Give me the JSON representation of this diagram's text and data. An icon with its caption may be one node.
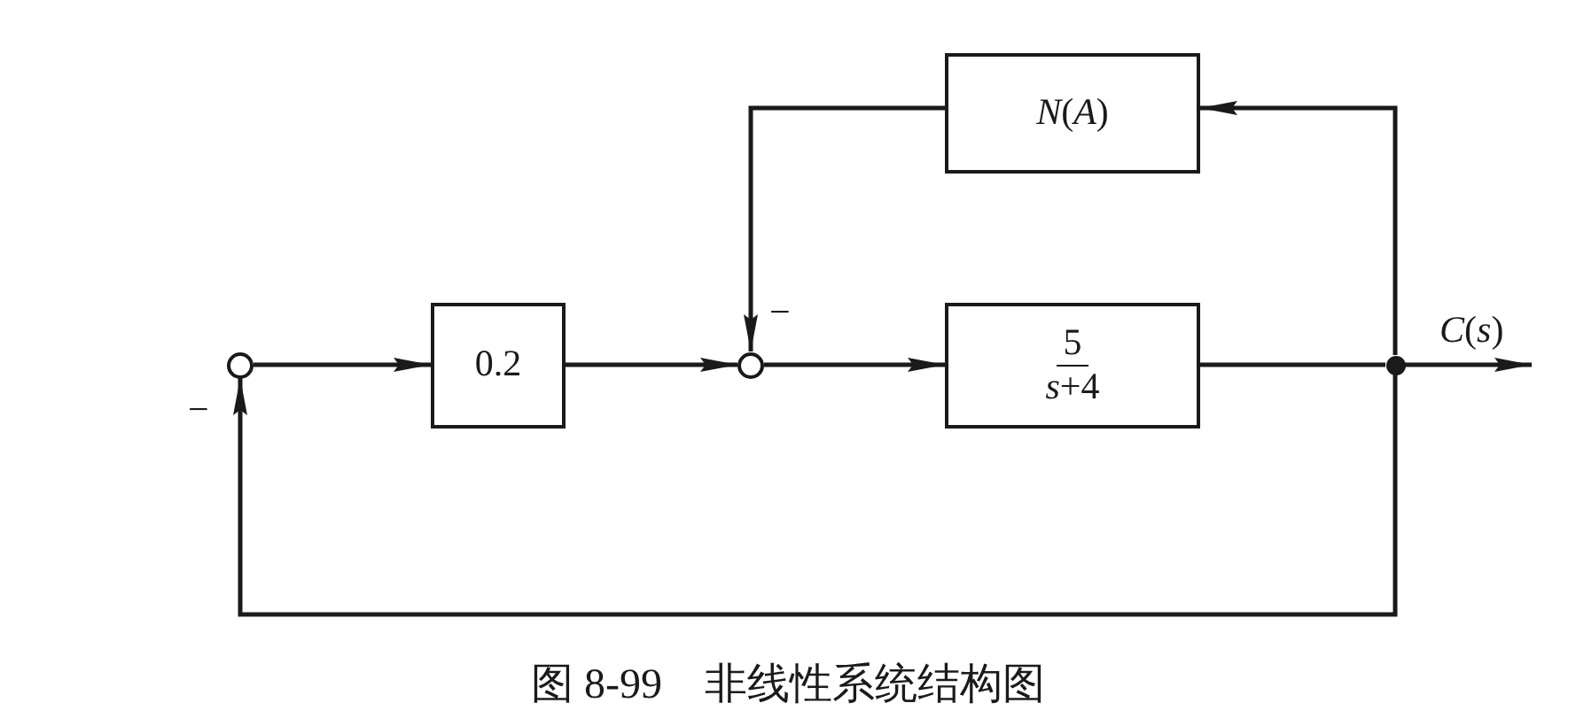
{
  "diagram": {
    "caption": "图 8-99　非线性系统结构图",
    "nodes": [
      {
        "text": [],
        "shape": "circle"
      },
      {
        "text": [
          "0.2"
        ]
      },
      {
        "text": [],
        "shape": "circle"
      },
      {
        "text": [
          "5",
          "*s*+4"
        ]
      },
      {
        "text": [
          "*N*(*A*)"
        ]
      },
      {
        "text": [],
        "shape": "dot"
      }
    ],
    "edges": [
      {
        "from": 0,
        "to": 1,
        "arrow": "to"
      },
      {
        "from": 1,
        "to": 2,
        "arrow": "to"
      },
      {
        "from": 2,
        "to": 3,
        "arrow": "to"
      },
      {
        "from": 3,
        "to": 5,
        "arrow": "none"
      },
      {
        "from": 5,
        "to": null,
        "arrow": "to",
        "label": "*C*(*s*)"
      },
      {
        "from": 5,
        "to": 4,
        "arrow": "to"
      },
      {
        "from": 4,
        "to": 2,
        "arrow": "to"
      },
      {
        "from": 5,
        "to": 0,
        "arrow": "to"
      }
    ],
    "labels": [
      "−",
      "−"
    ]
  }
}
